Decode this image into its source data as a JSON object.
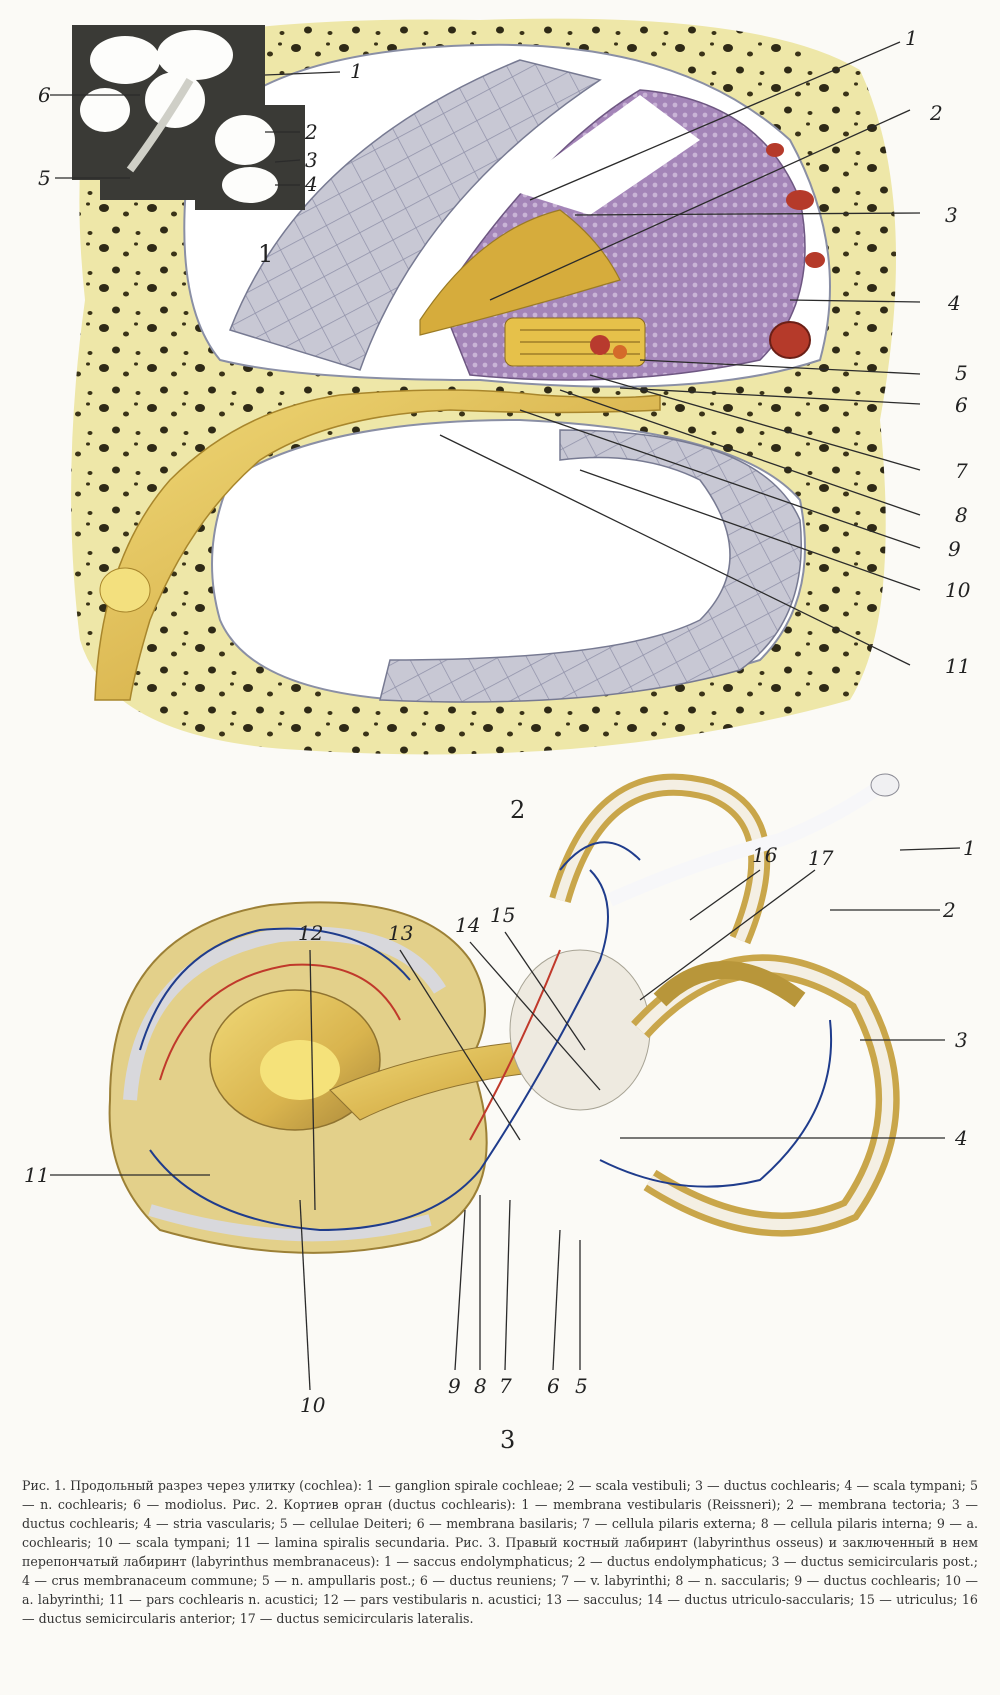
{
  "figures": [
    {
      "id": "fig1",
      "number": "1",
      "labels": [
        "1",
        "2",
        "3",
        "4",
        "5",
        "6"
      ]
    },
    {
      "id": "fig2",
      "number": "2",
      "labels": [
        "1",
        "2",
        "3",
        "4",
        "5",
        "6",
        "7",
        "8",
        "9",
        "10",
        "11"
      ]
    },
    {
      "id": "fig3",
      "number": "3",
      "labels": [
        "1",
        "2",
        "3",
        "4",
        "5",
        "6",
        "7",
        "8",
        "9",
        "10",
        "11",
        "12",
        "13",
        "14",
        "15",
        "16",
        "17"
      ]
    }
  ],
  "caption": [
    "Рис. 1. Продольный разрез через улитку (cochlea):",
    "1 — ganglion spirale cochleae;",
    "2 — scala vestibuli;",
    "3 — ductus cochlearis;",
    "4 — scala tympani;",
    "5 — n. cochlearis;",
    "6 — modiolus.",
    "Рис. 2. Кортиев орган (ductus cochlearis):",
    "1 — membrana vestibularis (Reissneri);",
    "2 — membrana tectoria;",
    "3 — ductus cochlearis;",
    "4 — stria vascularis;",
    "5 — cellulae Deiteri;",
    "6 — membrana basilaris;",
    "7 — cellula pilaris externa;",
    "8 — cellula pilaris interna;",
    "9 — a. cochlearis;",
    "10 — scala tympani;",
    "11 — lamina spiralis secundaria.",
    "Рис. 3. Правый костный лабиринт (labyrinthus osseus) и заключенный в нем перепончатый лабиринт (labyrinthus membranaceus):",
    "1 — saccus endolymphaticus;",
    "2 — ductus endolymphaticus;",
    "3 — ductus semicircularis post.;",
    "4 — crus membranaceum commune;",
    "5 — n. ampullaris post.;",
    "6 — ductus reuniens;",
    "7 — v. labyrinthi;",
    "8 — n. saccularis;",
    "9 — ductus cochlearis;",
    "10 — a. labyrinthi;",
    "11 — pars cochlearis n. acustici;",
    "12 — pars vestibularis n. acustici;",
    "13 — sacculus;",
    "14 — ductus utriculo-saccularis;",
    "15 — utriculus;",
    "16 — ductus semicircularis anterior;",
    "17 — ductus semicircularis lateralis."
  ],
  "colors": {
    "bone": "#efe7a6",
    "nerve": "#e9c43d",
    "membrane": "#9b7fb0",
    "vessel_red": "#c0392b",
    "vessel_blue": "#1f3c8c",
    "cartilage": "#c9c9d2"
  }
}
